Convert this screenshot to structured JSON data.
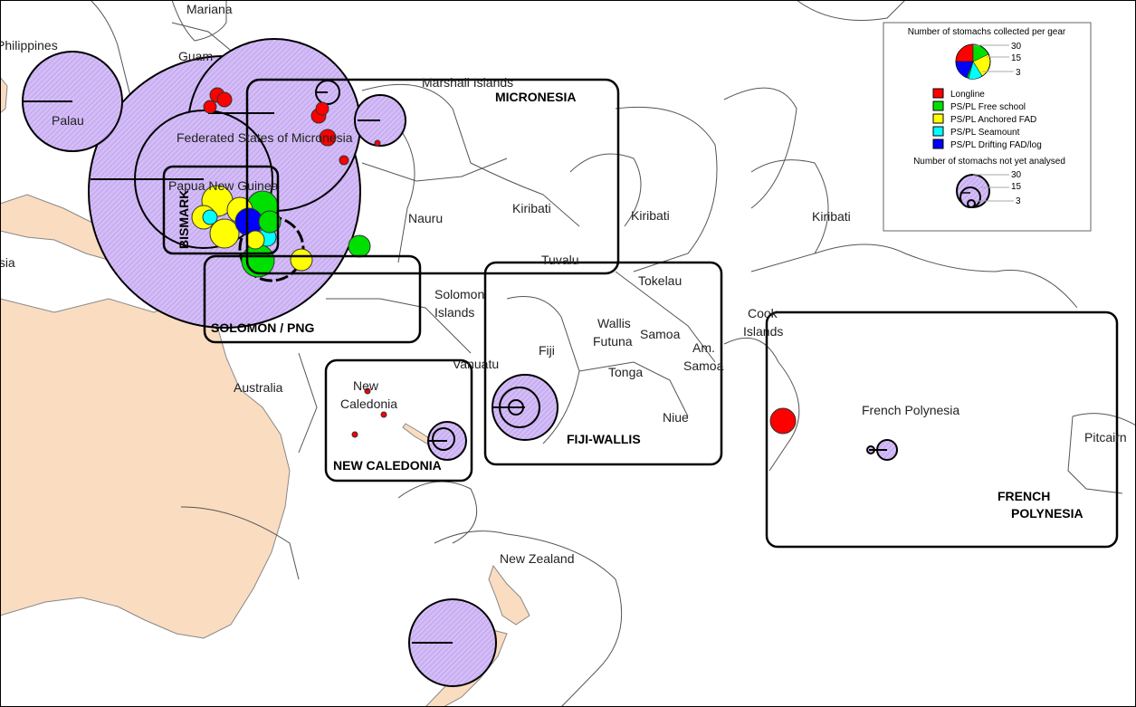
{
  "countries": {
    "mariana": "Mariana",
    "philippines": "Philippines",
    "guam": "Guam",
    "palau": "Palau",
    "marshall": "Marshall Islands",
    "fsm": "Federated States of Micronesia",
    "png": "Papua New Guinea",
    "indonesia": "Indonesia",
    "nauru": "Nauru",
    "kiribati1": "Kiribati",
    "kiribati2": "Kiribati",
    "kiribati3": "Kiribati",
    "tuvalu": "Tuvalu",
    "tokelau": "Tokelau",
    "solomon1": "Solomon",
    "solomon2": "Islands",
    "wallis": "Wallis",
    "futuna": "Futuna",
    "samoa": "Samoa",
    "am_samoa1": "Am.",
    "am_samoa2": "Samoa",
    "fiji": "Fiji",
    "tonga": "Tonga",
    "niue": "Niue",
    "vanuatu": "Vanuatu",
    "new_caledonia1": "New",
    "new_caledonia2": "Caledonia",
    "australia": "Australia",
    "cook1": "Cook",
    "cook2": "Islands",
    "french_polynesia": "French Polynesia",
    "pitcairn": "Pitcairn",
    "new_zealand": "New Zealand"
  },
  "regions": {
    "micronesia": "MICRONESIA",
    "bismark": "BISMARK",
    "solomon_png": "SOLOMON / PNG",
    "new_caledonia": "NEW CALEDONIA",
    "fiji_wallis": "FIJI-WALLIS",
    "french_polynesia1": "FRENCH",
    "french_polynesia2": "POLYNESIA"
  },
  "legend": {
    "collected_title": "Number of stomachs collected per gear",
    "not_analysed_title": "Number of stomachs not yet analysed",
    "sizes": [
      "30",
      "15",
      "3"
    ],
    "gears": [
      {
        "label": "Longline",
        "color": "#ff0000"
      },
      {
        "label": "PS/PL Free school",
        "color": "#00e000"
      },
      {
        "label": "PS/PL Anchored FAD",
        "color": "#ffff00"
      },
      {
        "label": "PS/PL Seamount",
        "color": "#00ffff"
      },
      {
        "label": "PS/PL Drifting FAD/log",
        "color": "#0000ff"
      }
    ],
    "not_analysed_color": "#cdb5f5"
  },
  "colors": {
    "land": "#fadcc0",
    "not_analysed": "#cdb5f5"
  }
}
